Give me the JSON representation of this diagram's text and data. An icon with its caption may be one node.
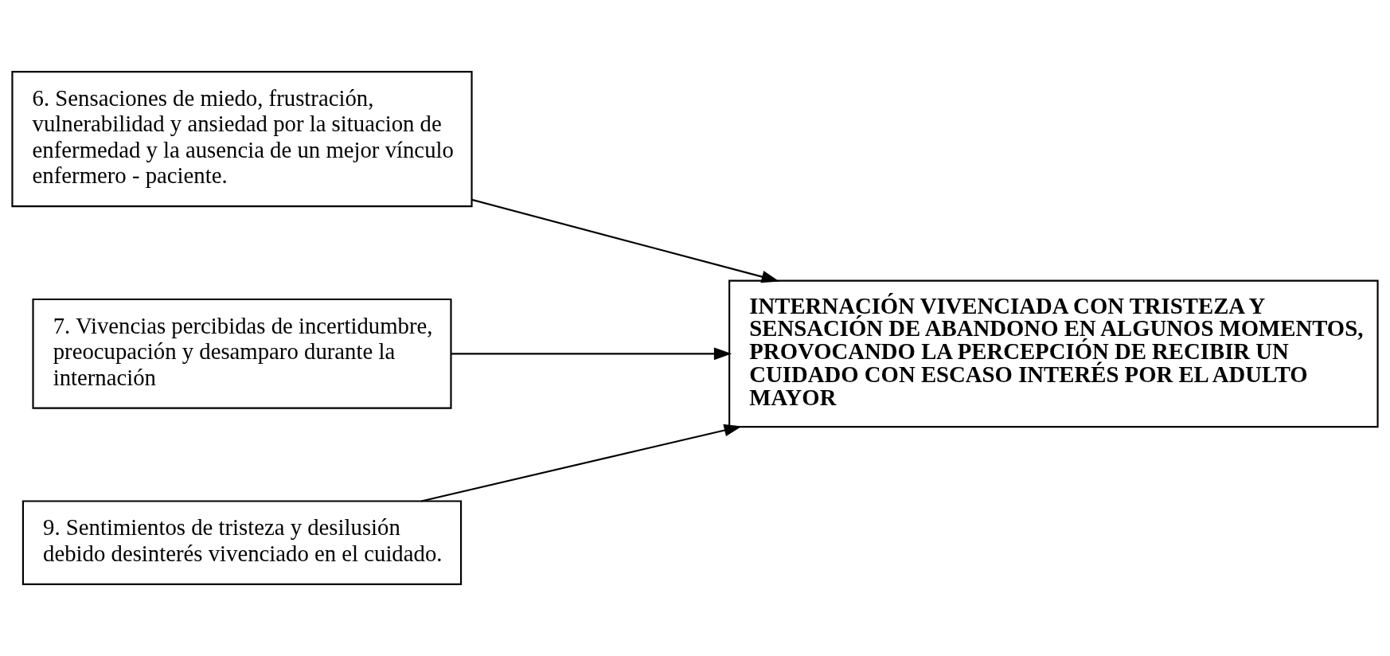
{
  "diagram": {
    "nodes": [
      {
        "text": [
          "6. Sensaciones de miedo, frustración, vulnerabilidad y ansiedad por la situacion de enfermedad y la ausencia de un mejor vínculo enfermero - paciente."
        ]
      },
      {
        "text": [
          "7. Vivencias percibidas de incertidumbre, preocupación y desamparo durante la internación"
        ]
      },
      {
        "text": [
          "9. Sentimientos de tristeza y desilusión debido desinterés vivenciado en el cuidado."
        ]
      },
      {
        "text": [
          "INTERNACIÓN VIVENCIADA CON TRISTEZA Y SENSACIÓN DE ABANDONO EN ALGUNOS MOMENTOS, PROVOCANDO LA PERCEPCIÓN DE RECIBIR UN CUIDADO CON ESCASO INTERÉS POR EL ADULTO MAYOR"
        ]
      }
    ],
    "edges": [
      {
        "from": 0,
        "to": 3,
        "arrow": "to"
      },
      {
        "from": 1,
        "to": 3,
        "arrow": "to"
      },
      {
        "from": 2,
        "to": 3,
        "arrow": "to"
      }
    ]
  }
}
